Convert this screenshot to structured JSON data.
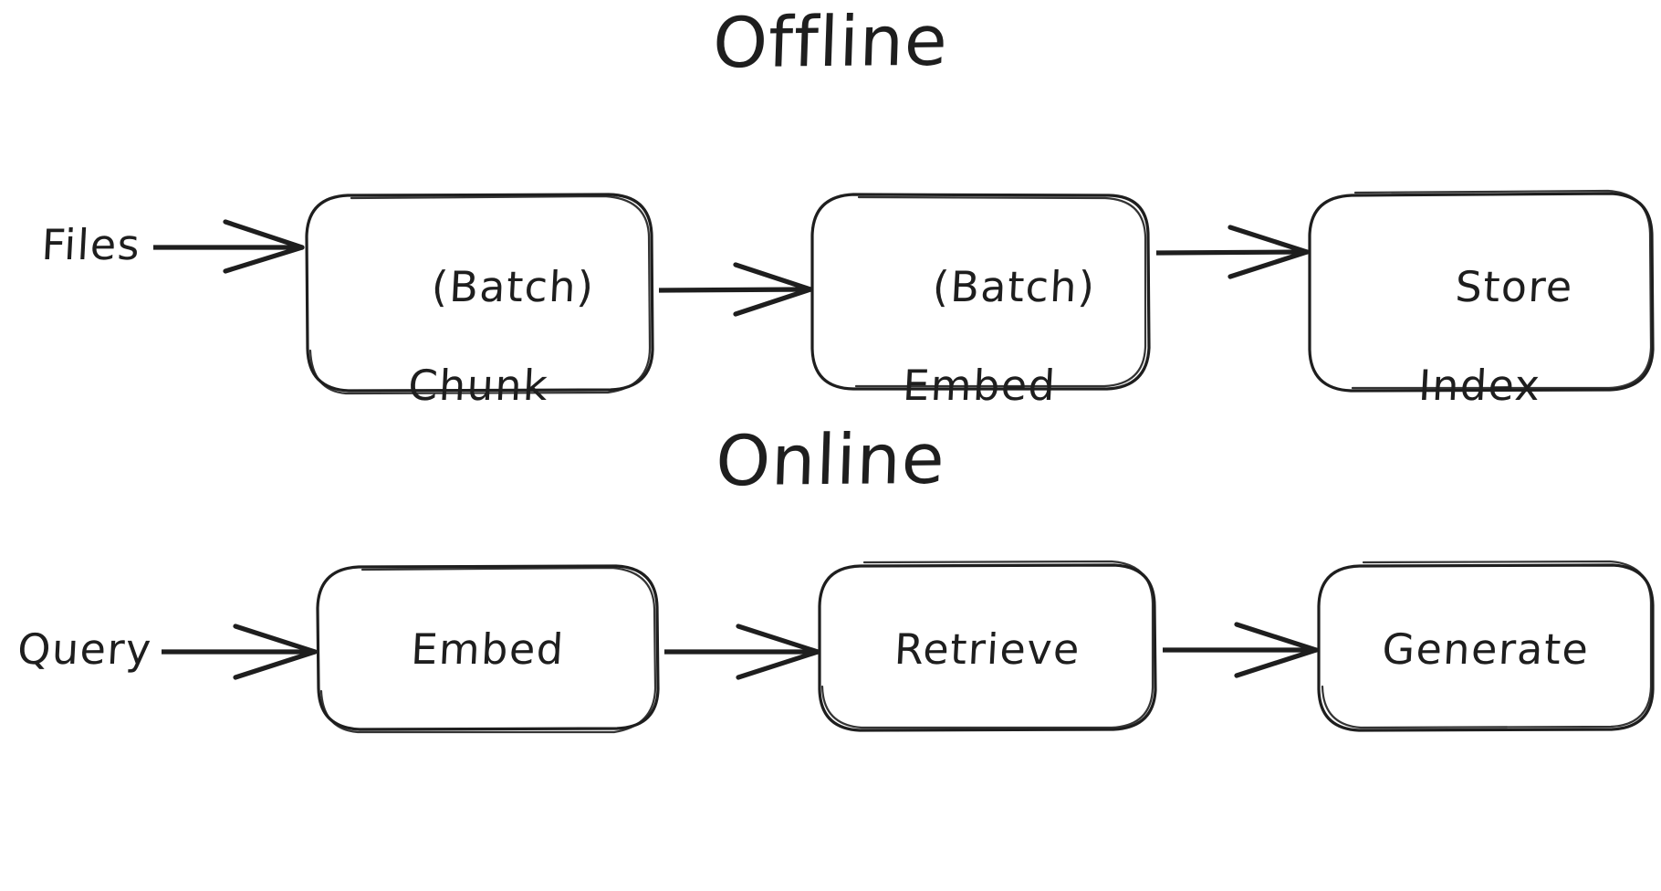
{
  "diagram": {
    "title_semantic": "RAG pipeline offline and online flow",
    "background_color": "#ffffff",
    "stroke_color": "#1e1e1e",
    "style": "hand-drawn"
  },
  "sections": [
    {
      "id": "offline",
      "heading": "Offline",
      "input_label": "Files",
      "nodes": [
        {
          "id": "batch-chunk",
          "line1": "(Batch)",
          "line2": "Chunk"
        },
        {
          "id": "batch-embed",
          "line1": "(Batch)",
          "line2": "Embed"
        },
        {
          "id": "store-index",
          "line1": "Store",
          "line2": "Index"
        }
      ],
      "arrows": [
        "files-to-chunk",
        "chunk-to-embed",
        "embed-to-store"
      ]
    },
    {
      "id": "online",
      "heading": "Online",
      "input_label": "Query",
      "nodes": [
        {
          "id": "embed",
          "line1": "Embed",
          "line2": ""
        },
        {
          "id": "retrieve",
          "line1": "Retrieve",
          "line2": ""
        },
        {
          "id": "generate",
          "line1": "Generate",
          "line2": ""
        }
      ],
      "arrows": [
        "query-to-embed",
        "embed-to-retrieve",
        "retrieve-to-generate"
      ]
    }
  ]
}
